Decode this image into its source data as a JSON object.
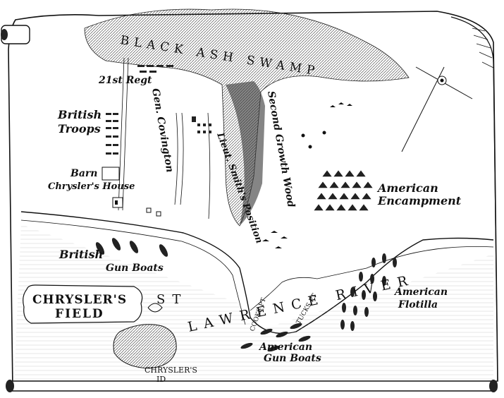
{
  "colors": {
    "ink": "#111111",
    "paper": "#ffffff",
    "forest": "#2a2a2a"
  },
  "map": {
    "swamp_label": "BLACK ASH SWAMP",
    "regiment_label": "21st Regt",
    "general_label": "Gen. Covington",
    "british_troops_line1": "British",
    "british_troops_line2": "Troops",
    "barn_label": "Barn",
    "house_label": "Chrysler's House",
    "wood_label": "Second Growth Wood",
    "smith_label": "Lieut. Smith's Position",
    "encampment_line1": "American",
    "encampment_line2": "Encampment",
    "british_boats_line1": "British",
    "british_boats_line2": "Gun Boats",
    "flotilla_line1": "American",
    "flotilla_line2": "Flotilla",
    "us_boats_line1": "American",
    "us_boats_line2": "Gun Boats",
    "title_line1": "CHRYSLER'S",
    "title_line2": "FIELD",
    "river_label_1": "ST",
    "river_label_2": "LAWRENCE RIVER",
    "island_label_line1": "CHRYSLER'S",
    "island_label_line2": "ID",
    "point_label_1": "COOKS PT",
    "point_label_2": "TUCKS PT"
  }
}
